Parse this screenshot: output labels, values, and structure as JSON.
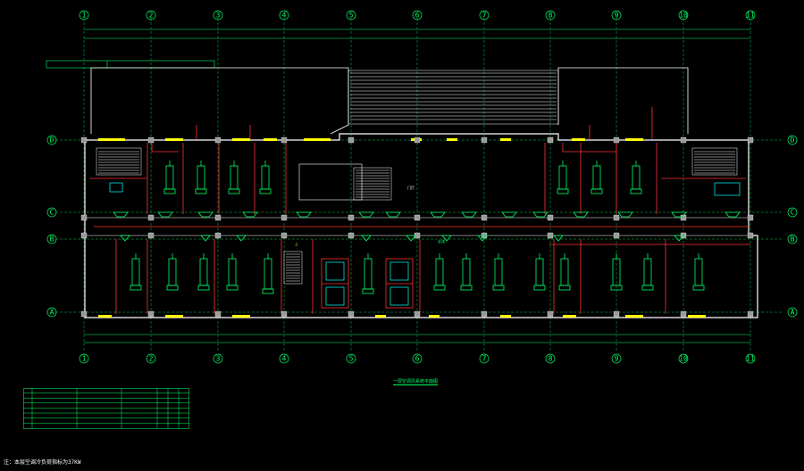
{
  "drawing": {
    "title": "一层空调风系统平面图",
    "note": "注：本层空调冷负荷指标为37KW"
  },
  "axes_top": [
    "1",
    "2",
    "3",
    "4",
    "5",
    "6",
    "7",
    "8",
    "9",
    "10",
    "11"
  ],
  "axes_bottom": [
    "1",
    "2",
    "3",
    "4",
    "5",
    "6",
    "7",
    "8",
    "9",
    "10",
    "11"
  ],
  "axes_left": [
    "D",
    "C",
    "B",
    "A"
  ],
  "axes_right": [
    "D",
    "C",
    "B",
    "A"
  ],
  "rooms": {
    "hall": "门厅",
    "stair_up": "上",
    "corridor": "走道"
  },
  "colors": {
    "wall": "#ffffff",
    "duct": "#ff3333",
    "equipment": "#00ff66",
    "window": "#ffff00",
    "grid": "#00ff66",
    "cyan": "#00ffff"
  }
}
